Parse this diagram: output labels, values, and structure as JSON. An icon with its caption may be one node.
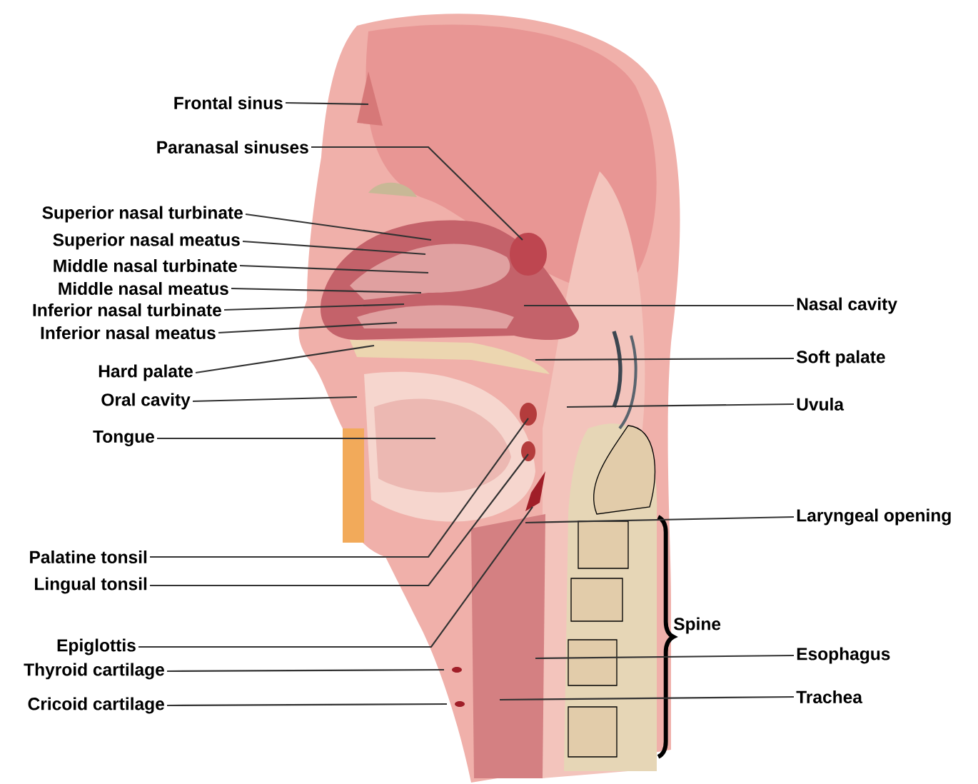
{
  "diagram": {
    "nodes": [
      {
        "text": [
          "Frontal sinus"
        ]
      },
      {
        "text": [
          "Paranasal sinuses"
        ]
      },
      {
        "text": [
          "Superior nasal turbinate"
        ]
      },
      {
        "text": [
          "Superior nasal meatus"
        ]
      },
      {
        "text": [
          "Middle nasal turbinate"
        ]
      },
      {
        "text": [
          "Middle nasal meatus"
        ]
      },
      {
        "text": [
          "Inferior nasal turbinate"
        ]
      },
      {
        "text": [
          "Inferior nasal meatus"
        ]
      },
      {
        "text": [
          "Hard palate"
        ]
      },
      {
        "text": [
          "Oral cavity"
        ]
      },
      {
        "text": [
          "Tongue"
        ]
      },
      {
        "text": [
          "Palatine tonsil"
        ]
      },
      {
        "text": [
          "Lingual tonsil"
        ]
      },
      {
        "text": [
          "Epiglottis"
        ]
      },
      {
        "text": [
          "Thyroid cartilage"
        ]
      },
      {
        "text": [
          "Cricoid cartilage"
        ]
      },
      {
        "text": [
          "Nasal cavity"
        ]
      },
      {
        "text": [
          "Soft palate"
        ]
      },
      {
        "text": [
          "Uvula"
        ]
      },
      {
        "text": [
          "Laryngeal opening"
        ]
      },
      {
        "text": [
          "Esophagus"
        ]
      },
      {
        "text": [
          "Trachea"
        ]
      }
    ],
    "edges": [
      {
        "from": 0,
        "to": null,
        "arrow": "none"
      },
      {
        "from": 1,
        "to": null,
        "arrow": "none"
      },
      {
        "from": 2,
        "to": null,
        "arrow": "none"
      },
      {
        "from": 3,
        "to": null,
        "arrow": "none"
      },
      {
        "from": 4,
        "to": null,
        "arrow": "none"
      },
      {
        "from": 5,
        "to": null,
        "arrow": "none"
      },
      {
        "from": 6,
        "to": null,
        "arrow": "none"
      },
      {
        "from": 7,
        "to": null,
        "arrow": "none"
      },
      {
        "from": 8,
        "to": null,
        "arrow": "none"
      },
      {
        "from": 9,
        "to": null,
        "arrow": "none"
      },
      {
        "from": 10,
        "to": null,
        "arrow": "none"
      },
      {
        "from": 11,
        "to": null,
        "arrow": "none"
      },
      {
        "from": 12,
        "to": null,
        "arrow": "none"
      },
      {
        "from": 13,
        "to": null,
        "arrow": "none"
      },
      {
        "from": 14,
        "to": null,
        "arrow": "none"
      },
      {
        "from": 15,
        "to": null,
        "arrow": "none"
      },
      {
        "from": 16,
        "to": null,
        "arrow": "none"
      },
      {
        "from": 17,
        "to": null,
        "arrow": "none"
      },
      {
        "from": 18,
        "to": null,
        "arrow": "none"
      },
      {
        "from": 19,
        "to": null,
        "arrow": "none"
      },
      {
        "from": 20,
        "to": null,
        "arrow": "none"
      },
      {
        "from": 21,
        "to": null,
        "arrow": "none"
      }
    ],
    "labels": [
      "Spine"
    ]
  }
}
